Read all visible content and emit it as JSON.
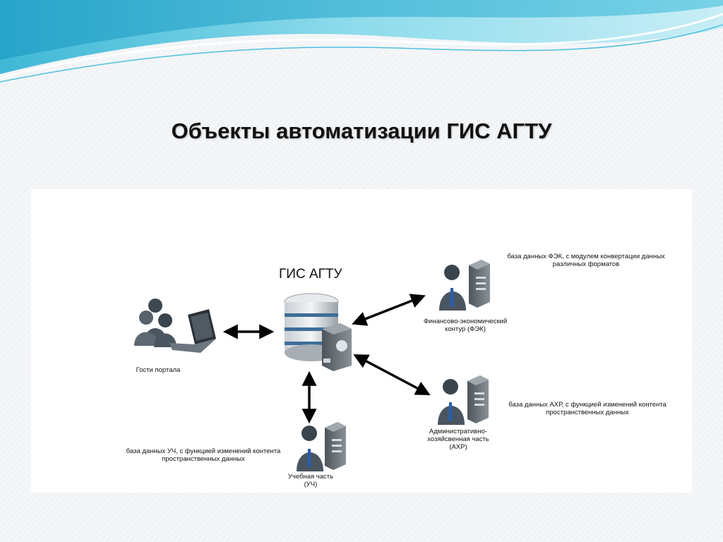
{
  "slide": {
    "title": "Объекты автоматизации ГИС АГТУ"
  },
  "hub": {
    "label": "ГИС АГТУ"
  },
  "nodes": {
    "guests": {
      "label": "Гости портала"
    },
    "fek": {
      "label_line1": "Финансово-экономический",
      "label_line2": "контур (ФЭК)",
      "db_line1": "база данных ФЭК, с модулем конвертации данных",
      "db_line2": "различных форматов"
    },
    "ahr": {
      "label_line1": "Административно-",
      "label_line2": "хозяйсвенная часть",
      "label_line3": "(АХР)",
      "db_line1": "база данных АХР, с функцией изменений контента",
      "db_line2": "пространственных данных"
    },
    "uch": {
      "label_line1": "Учебная часть",
      "label_line2": "(УЧ)",
      "db_line1": "база данных УЧ, с функцией изменений контента",
      "db_line2": "пространственных данных"
    }
  },
  "colors": {
    "wave_light": "#bfe9f3",
    "wave_mid": "#6fcde3",
    "wave_dark": "#2aa7c9",
    "person": "#4a5560",
    "server": "#6c737a",
    "db": "#3e6d99"
  }
}
